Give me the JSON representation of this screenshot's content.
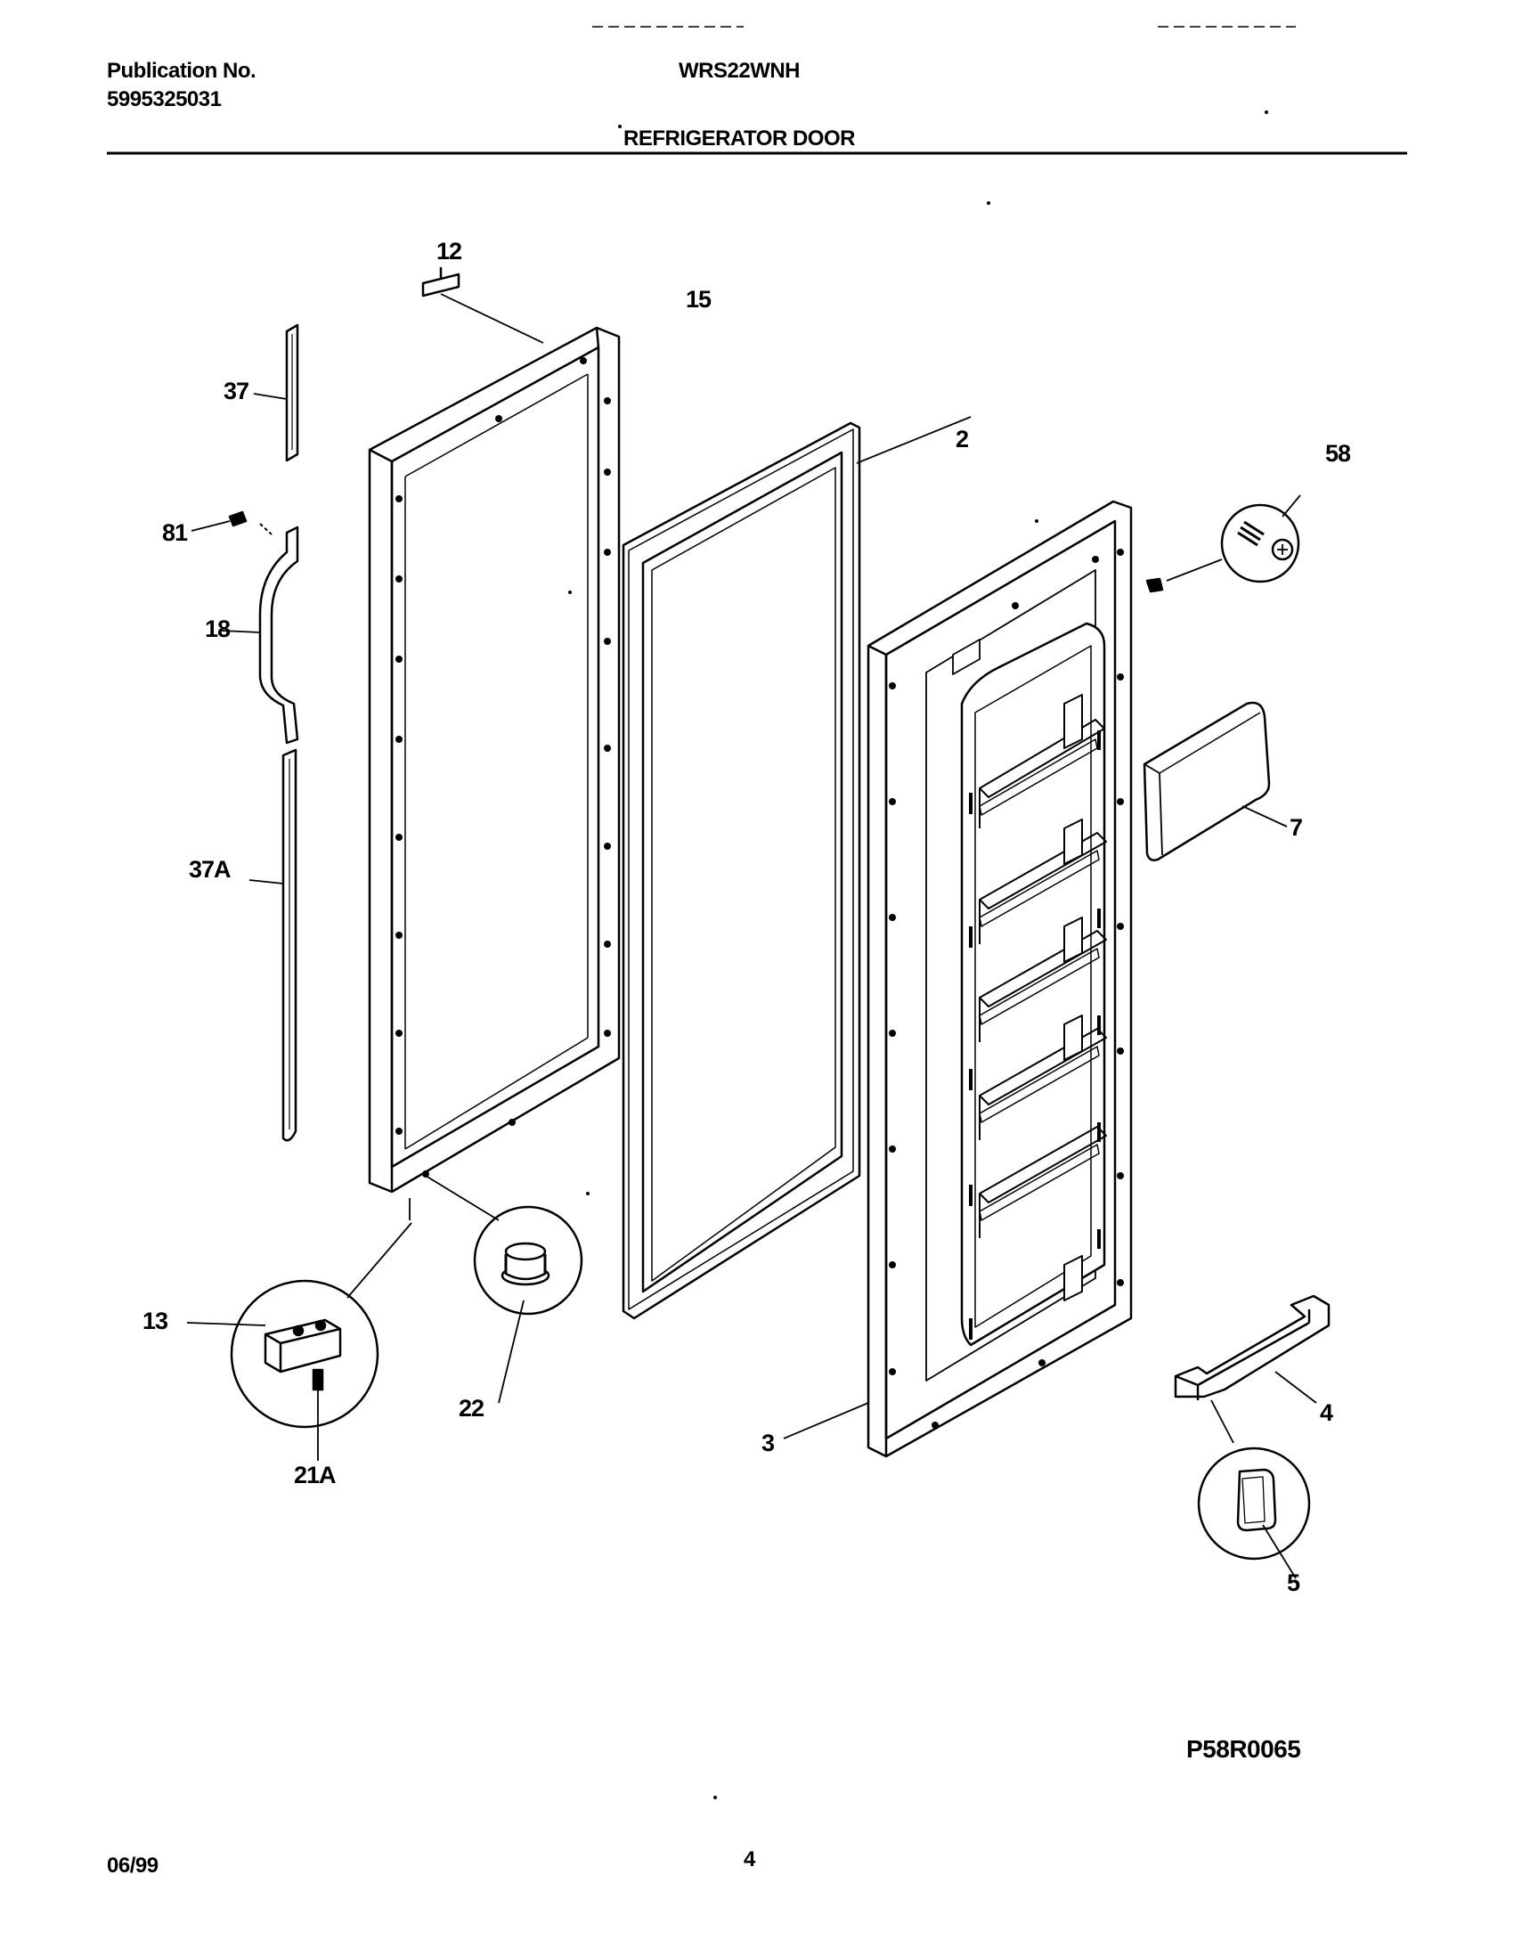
{
  "header": {
    "publication_label": "Publication No.",
    "publication_number": "5995325031",
    "model": "WRS22WNH",
    "section_title": "REFRIGERATOR DOOR"
  },
  "callouts": {
    "c12": "12",
    "c15": "15",
    "c37": "37",
    "c81": "81",
    "c18": "18",
    "c37A": "37A",
    "c2": "2",
    "c58": "58",
    "c7": "7",
    "c13": "13",
    "c22": "22",
    "c21A": "21A",
    "c3": "3",
    "c4": "4",
    "c5": "5"
  },
  "footer": {
    "drawing_code": "P58R0065",
    "date": "06/99",
    "page_number": "4"
  }
}
